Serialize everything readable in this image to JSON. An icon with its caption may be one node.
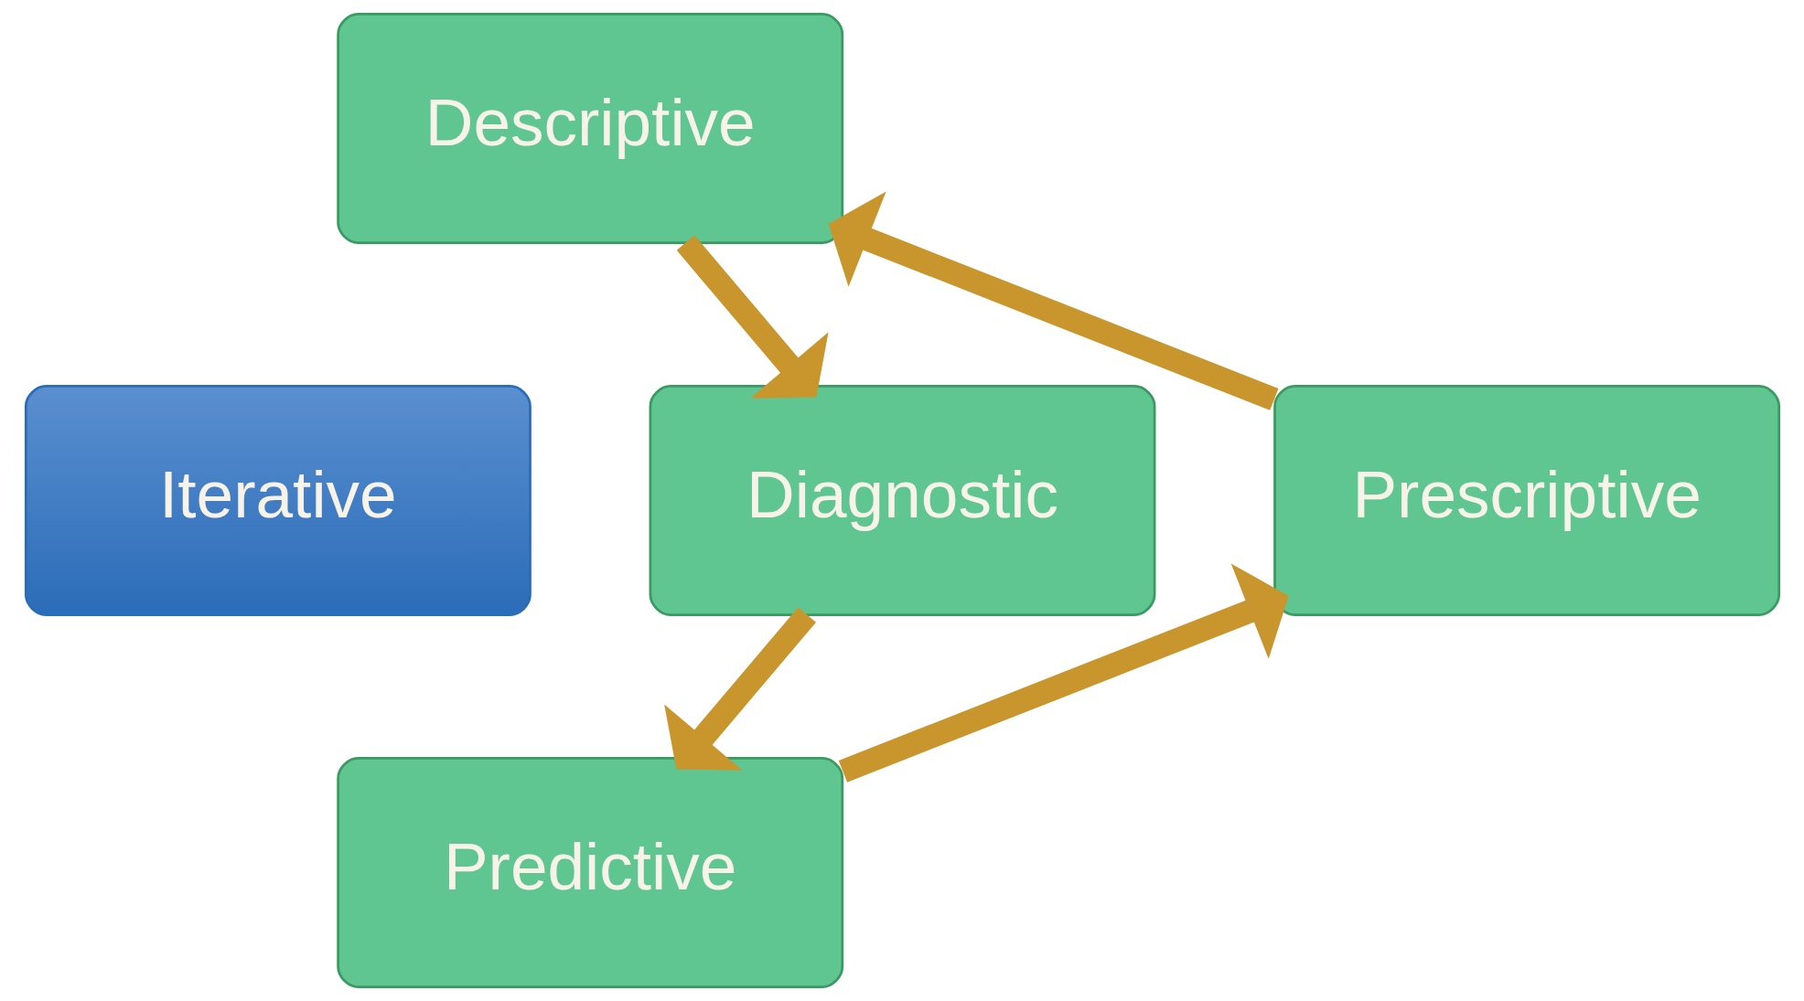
{
  "diagram": {
    "nodes": [
      {
        "text": [
          "Descriptive"
        ]
      },
      {
        "text": [
          "Prescriptive"
        ]
      },
      {
        "text": [
          "Iterative"
        ]
      },
      {
        "text": [
          "Diagnostic"
        ]
      },
      {
        "text": [
          "Predictive"
        ]
      }
    ],
    "edges": [
      {
        "from": 0,
        "to": 3,
        "arrow": "to"
      },
      {
        "from": 3,
        "to": 4,
        "arrow": "to"
      },
      {
        "from": 4,
        "to": 1,
        "arrow": "to"
      },
      {
        "from": 1,
        "to": 0,
        "arrow": "to"
      }
    ]
  }
}
